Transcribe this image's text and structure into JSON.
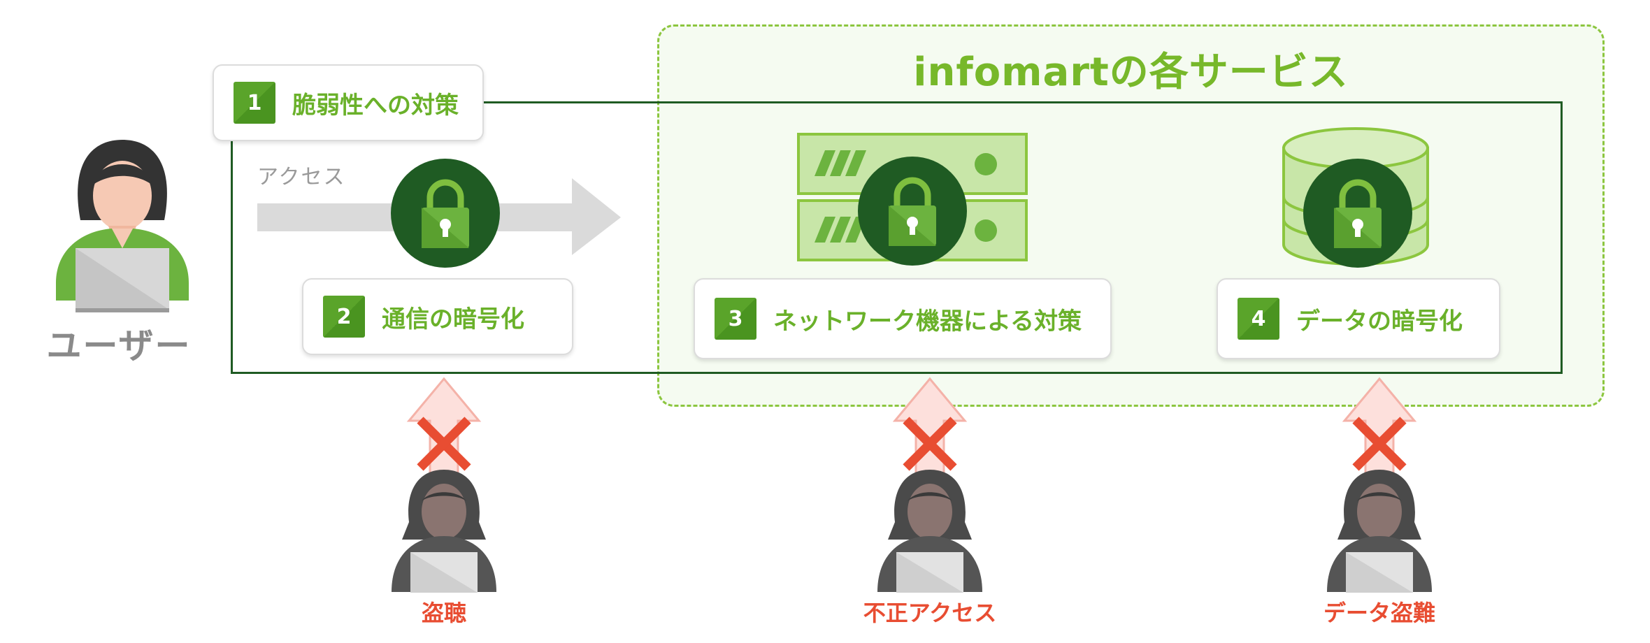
{
  "services": {
    "title": "infomartの各サービス"
  },
  "user": {
    "label": "ユーザー"
  },
  "access": {
    "label": "アクセス"
  },
  "measures": [
    {
      "number": "1",
      "label": "脆弱性への対策"
    },
    {
      "number": "2",
      "label": "通信の暗号化"
    },
    {
      "number": "3",
      "label": "ネットワーク機器による対策"
    },
    {
      "number": "4",
      "label": "データの暗号化"
    }
  ],
  "threats": [
    {
      "label": "盗聴"
    },
    {
      "label": "不正アクセス"
    },
    {
      "label": "データ盗難"
    }
  ],
  "colors": {
    "primary_green": "#6ab12a",
    "dark_green": "#1f5b23",
    "zone_border": "#8cc63f",
    "threat_red": "#e84d32",
    "gray_arrow": "#dadada"
  },
  "icons": [
    "user-at-laptop-icon",
    "access-arrow-icon",
    "lock-icon",
    "server-icon",
    "database-icon",
    "blocked-arrow-icon",
    "x-mark-icon",
    "hacker-icon"
  ]
}
